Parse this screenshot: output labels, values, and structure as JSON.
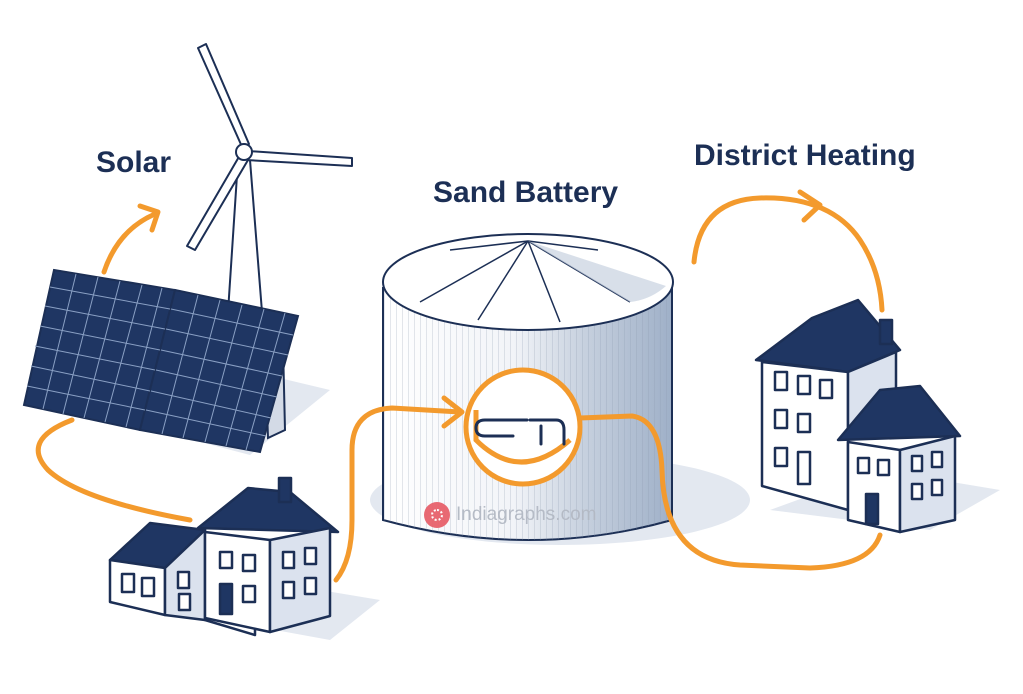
{
  "labels": {
    "solar": "Solar",
    "sand_battery": "Sand Battery",
    "district_heating": "District Heating"
  },
  "watermark": {
    "text": "Indiagraphs.com",
    "icon": "indiagraphs-logo-icon"
  },
  "colors": {
    "navy": "#1c2f55",
    "flow_orange": "#f39a2d",
    "panel_blue": "#1f3663",
    "shadow": "#dde3ec",
    "wall": "#ffffff",
    "tank_shade": "#b7c3d6"
  },
  "icons": [
    "wind-turbine-icon",
    "solar-panel-icon",
    "sand-battery-tank-icon",
    "house-icon",
    "heat-exchanger-coil-icon",
    "flow-arrow-icon"
  ]
}
